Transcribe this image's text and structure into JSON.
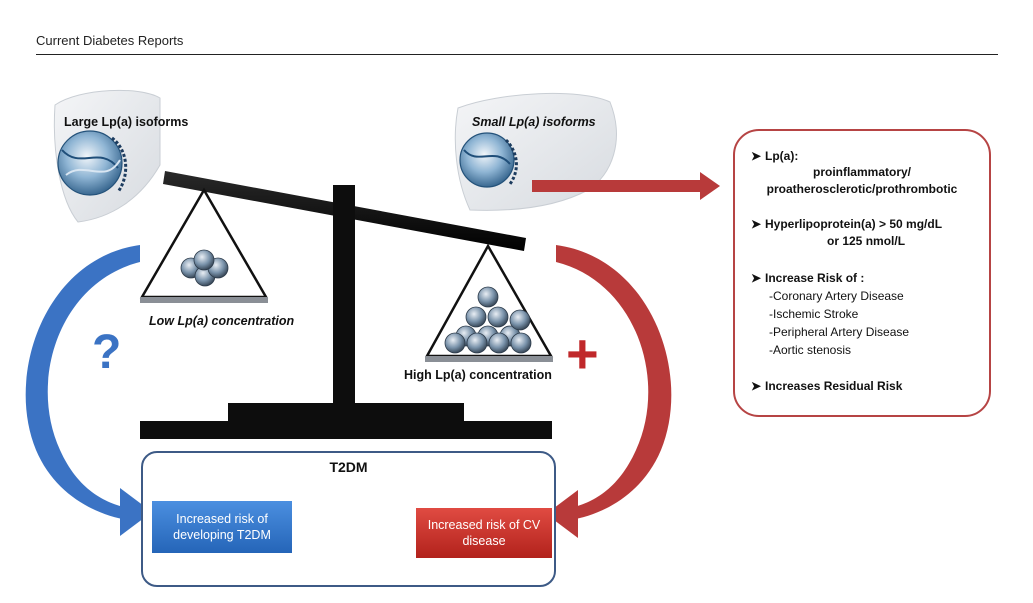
{
  "header": {
    "journal": "Current Diabetes Reports"
  },
  "balance": {
    "left_isoform_label": "Large Lp(a) isoforms",
    "right_isoform_label": "Small Lp(a) isoforms",
    "left_concentration_label": "Low Lp(a) concentration",
    "right_concentration_label": "High Lp(a) concentration"
  },
  "symbols": {
    "question": "?",
    "plus": "+"
  },
  "info_box": {
    "item1_label": "Lp(a):",
    "item1_line2": "proinflammatory/",
    "item1_line3": "proatherosclerotic/prothrombotic",
    "item2_line1": "Hyperlipoprotein(a) > 50 mg/dL",
    "item2_line2": "or 125  nmol/L",
    "item3_label": "Increase Risk of :",
    "risks": [
      "-Coronary Artery Disease",
      "-Ischemic Stroke",
      "-Peripheral Artery Disease",
      "-Aortic stenosis"
    ],
    "item4_label": "Increases Residual Risk"
  },
  "t2dm": {
    "title": "T2DM",
    "left_box": "Increased risk of developing T2DM",
    "right_box": "Increased risk of CV disease"
  },
  "colors": {
    "blue": "#3b73c4",
    "red": "#b83a3a",
    "dark": "#111111"
  },
  "icons": [
    "liver-icon",
    "lipoprotein-particle-icon",
    "blood-drop-icon",
    "finger-icon",
    "glucometer-icon"
  ]
}
